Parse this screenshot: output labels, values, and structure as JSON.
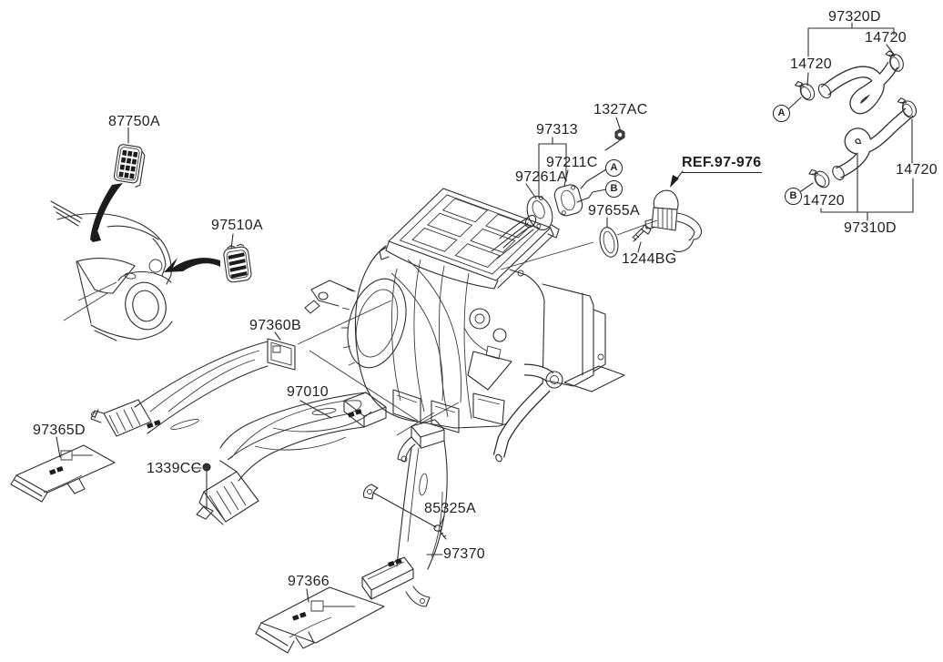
{
  "colors": {
    "background": "#ffffff",
    "line": "#2e2e2e",
    "text": "#212121"
  },
  "labels": {
    "roof_vent": "87750A",
    "side_vent": "97510A",
    "duct_rear_center": "97360B",
    "duct_floor_main": "97010",
    "duct_cover_front": "97365D",
    "clip": "1339CC",
    "screw": "85325A",
    "duct_rear_vertical": "97370",
    "duct_cover_rear": "97366",
    "seal_kit": "97313",
    "gasket": "97211C",
    "grommet_inlet": "97261A",
    "nut": "1327AC",
    "grommet_ring": "97655A",
    "bolt": "1244BG",
    "reference": "REF.97-976",
    "hose_inlet": "97320D",
    "hose_outlet": "97310D",
    "clamp_top_left": "14720",
    "clamp_top_right": "14720",
    "clamp_bottom_left": "14720",
    "clamp_bottom_right": "14720",
    "badge_a": "A",
    "badge_b": "B"
  }
}
